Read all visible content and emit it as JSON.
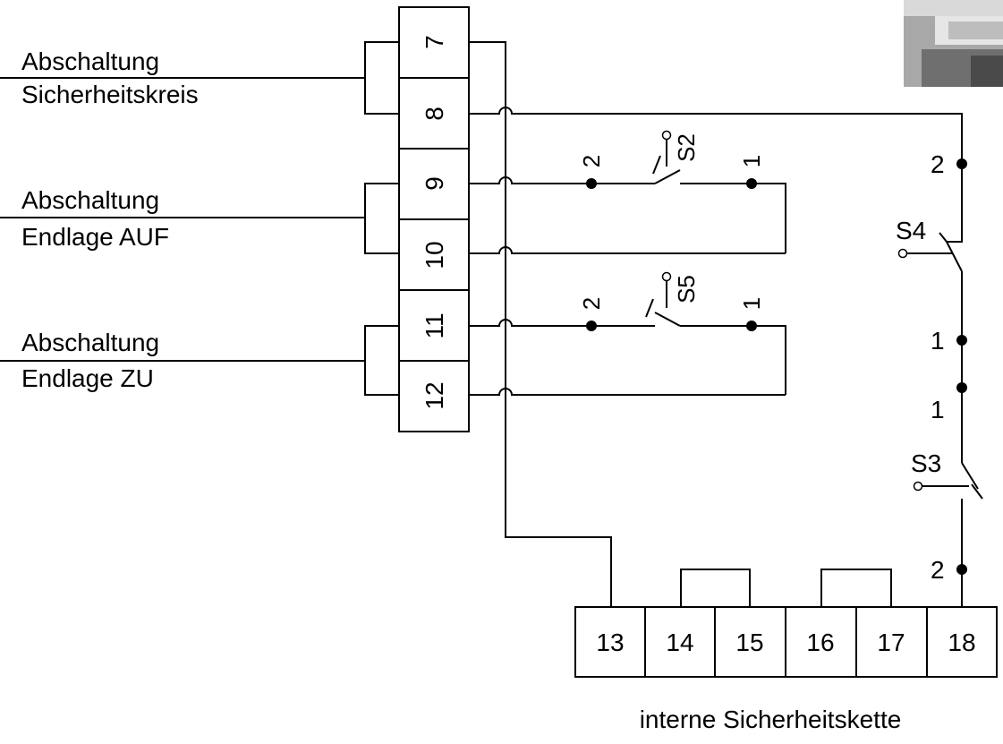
{
  "left_labels": {
    "sicherheitskreis_line1": "Abschaltung",
    "sicherheitskreis_line2": "Sicherheitskreis",
    "auf_line1": "Abschaltung",
    "auf_line2": "Endlage AUF",
    "zu_line1": "Abschaltung",
    "zu_line2": "Endlage ZU"
  },
  "vertical_terminals": [
    "7",
    "8",
    "9",
    "10",
    "11",
    "12"
  ],
  "horizontal_terminals": [
    "13",
    "14",
    "15",
    "16",
    "17",
    "18"
  ],
  "switches": {
    "s2": {
      "name": "S2",
      "pin_left": "2",
      "pin_right": "1"
    },
    "s5": {
      "name": "S5",
      "pin_left": "2",
      "pin_right": "1"
    },
    "s4": {
      "name": "S4",
      "pin_top": "2",
      "pin_bottom": "1"
    },
    "s3": {
      "name": "S3",
      "pin_top": "1",
      "pin_bottom": "2"
    }
  },
  "caption": "interne Sicherheitskette"
}
